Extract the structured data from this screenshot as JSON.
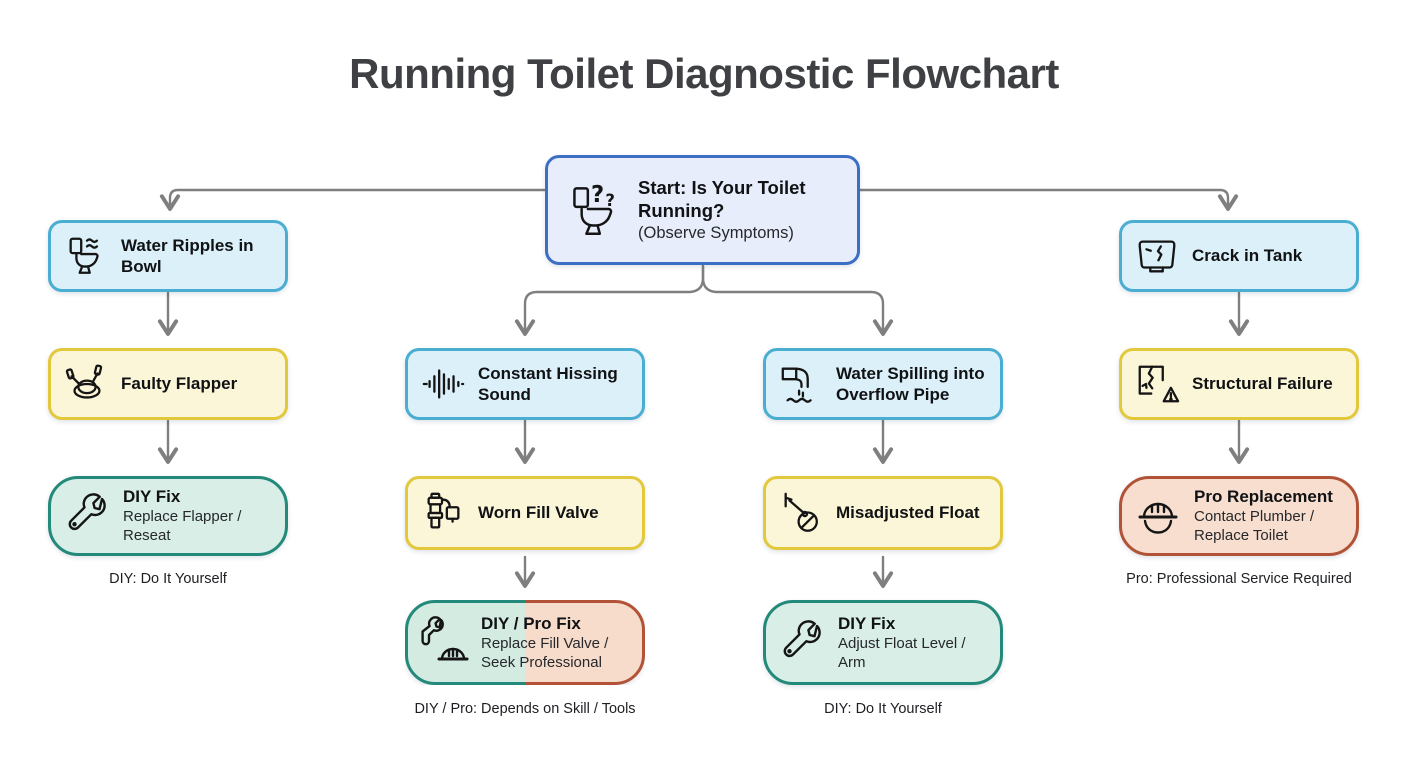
{
  "page": {
    "title": "Running Toilet Diagnostic Flowchart"
  },
  "start": {
    "label": "Start: Is Your Toilet Running?",
    "sublabel": "(Observe Symptoms)",
    "icon": "toilet-question-icon"
  },
  "branches": [
    {
      "symptom": {
        "label": "Water Ripples in Bowl",
        "icon": "toilet-ripples-icon"
      },
      "cause": {
        "label": "Faulty Flapper",
        "icon": "flapper-icon"
      },
      "fix": {
        "label": "DIY Fix",
        "sublabel": "Replace Flapper / Reseat",
        "icon": "wrench-icon",
        "type": "diy"
      },
      "footnote": "DIY: Do It Yourself"
    },
    {
      "symptom": {
        "label": "Constant Hissing Sound",
        "icon": "sound-wave-icon"
      },
      "cause": {
        "label": "Worn Fill Valve",
        "icon": "fill-valve-icon"
      },
      "fix": {
        "label": "DIY / Pro Fix",
        "sublabel": "Replace Fill Valve / Seek Professional",
        "icon": "wrench-hardhat-icon",
        "type": "diy-pro"
      },
      "footnote": "DIY / Pro: Depends on Skill / Tools"
    },
    {
      "symptom": {
        "label": "Water Spilling into Overflow Pipe",
        "icon": "water-spill-icon"
      },
      "cause": {
        "label": "Misadjusted Float",
        "icon": "float-arm-icon"
      },
      "fix": {
        "label": "DIY Fix",
        "sublabel": "Adjust Float Level / Arm",
        "icon": "wrench-icon",
        "type": "diy"
      },
      "footnote": "DIY: Do It Yourself"
    },
    {
      "symptom": {
        "label": "Crack in Tank",
        "icon": "tank-crack-icon"
      },
      "cause": {
        "label": "Structural Failure",
        "icon": "crack-warning-icon"
      },
      "fix": {
        "label": "Pro Replacement",
        "sublabel": "Contact Plumber / Replace Toilet",
        "icon": "hardhat-icon",
        "type": "pro"
      },
      "footnote": "Pro: Professional Service Required"
    }
  ],
  "colors": {
    "start_fill": "#e8edfb",
    "start_border": "#3c6fc4",
    "symptom_fill": "#dcf0fa",
    "symptom_border": "#4aaed2",
    "cause_fill": "#fcf6d8",
    "cause_border": "#e2c83d",
    "diy_fill": "#d8eee6",
    "diy_border": "#23897a",
    "pro_fill": "#f7decf",
    "pro_border": "#b25338",
    "connector": "#7f7f7f",
    "title_text": "#3e4043"
  }
}
